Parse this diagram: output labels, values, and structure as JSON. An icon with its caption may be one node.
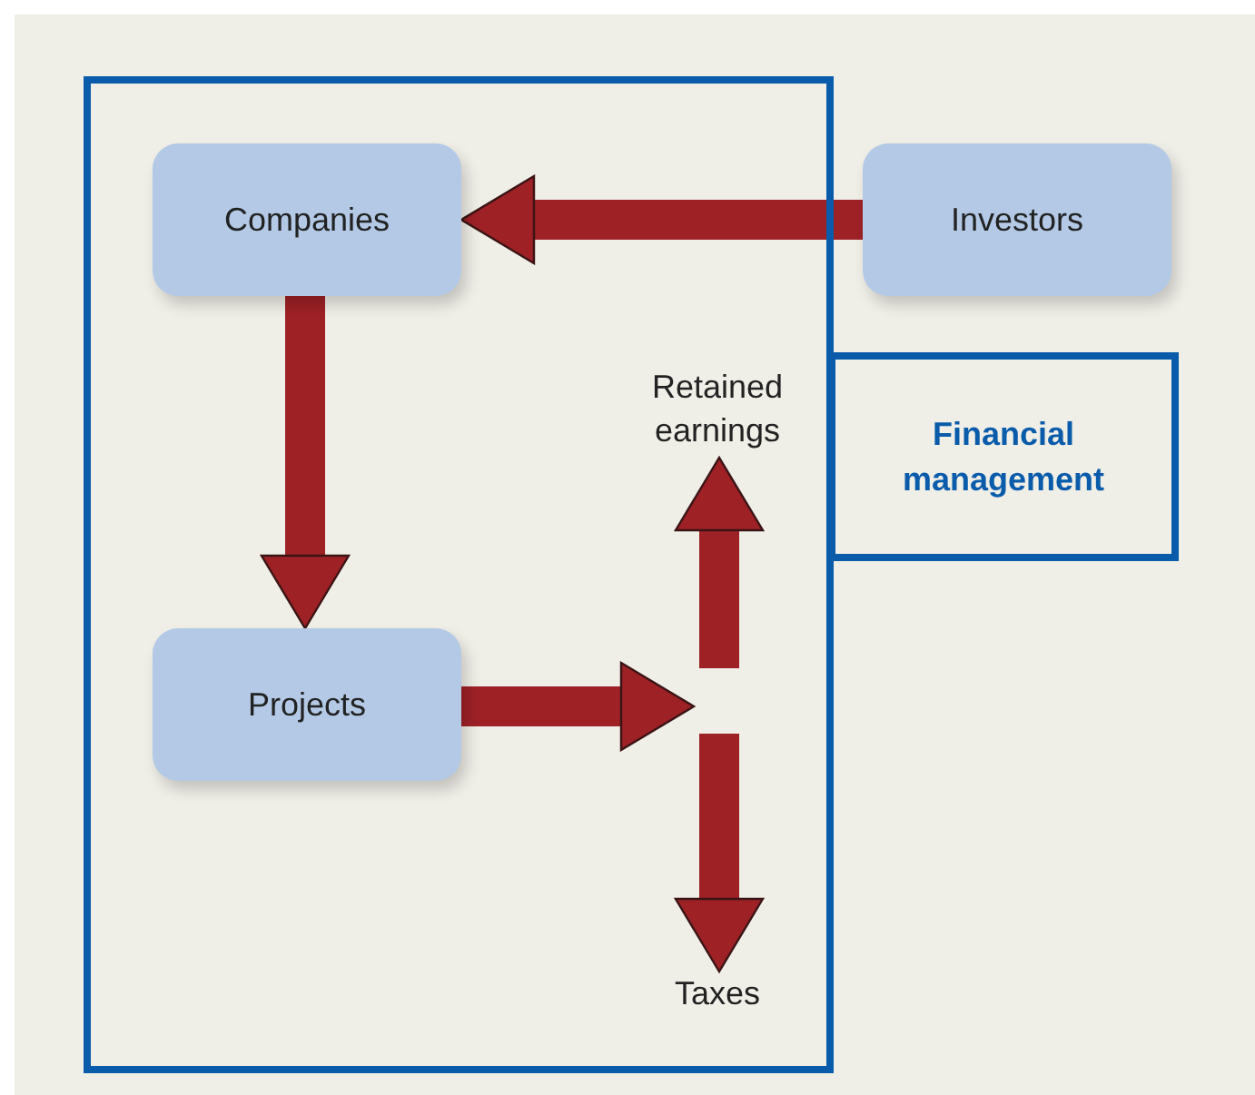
{
  "diagram": {
    "nodes": [
      {
        "text": [],
        "shape": "box"
      },
      {
        "text": [
          "Companies"
        ],
        "in": 0
      },
      {
        "text": [
          "Investors"
        ]
      },
      {
        "text": [
          "Financial management"
        ]
      },
      {
        "text": [
          "Retained earnings"
        ],
        "in": 0
      },
      {
        "text": [
          "Projects"
        ],
        "in": 0
      },
      {
        "text": [
          "Taxes"
        ],
        "in": 0
      }
    ],
    "edges": [
      {
        "from": 2,
        "to": 1,
        "arrow": "to"
      },
      {
        "from": 1,
        "to": 5,
        "arrow": "to"
      },
      {
        "from": 5,
        "to": null,
        "arrow": "to"
      },
      {
        "from": null,
        "to": 4,
        "arrow": "to"
      },
      {
        "from": null,
        "to": 6,
        "arrow": "to"
      }
    ]
  }
}
